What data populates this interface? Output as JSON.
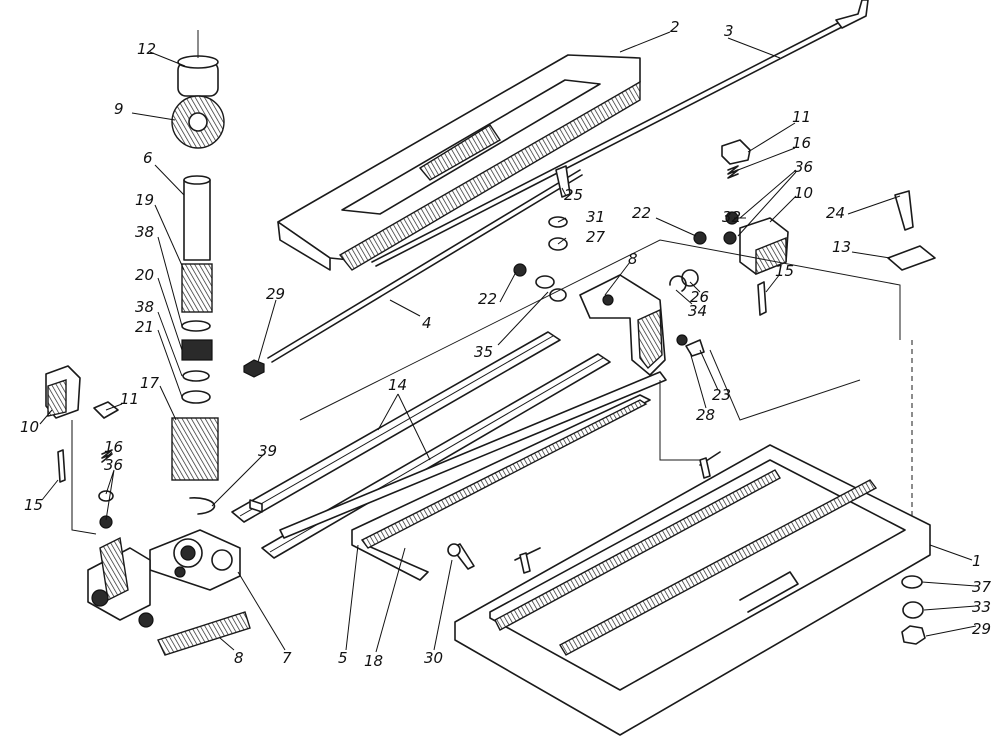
{
  "title": "Exploded view of jack assembly",
  "labels": [
    "12",
    "2",
    "3",
    "9",
    "11",
    "16",
    "6",
    "36",
    "25",
    "10",
    "24",
    "19",
    "31",
    "22",
    "27",
    "32",
    "13",
    "38",
    "20",
    "29",
    "22",
    "8",
    "15",
    "26",
    "38",
    "4",
    "34",
    "21",
    "35",
    "17",
    "11",
    "14",
    "23",
    "10",
    "28",
    "39",
    "16",
    "36",
    "15",
    "1",
    "37",
    "33",
    "29",
    "8",
    "7",
    "5",
    "18",
    "30"
  ]
}
